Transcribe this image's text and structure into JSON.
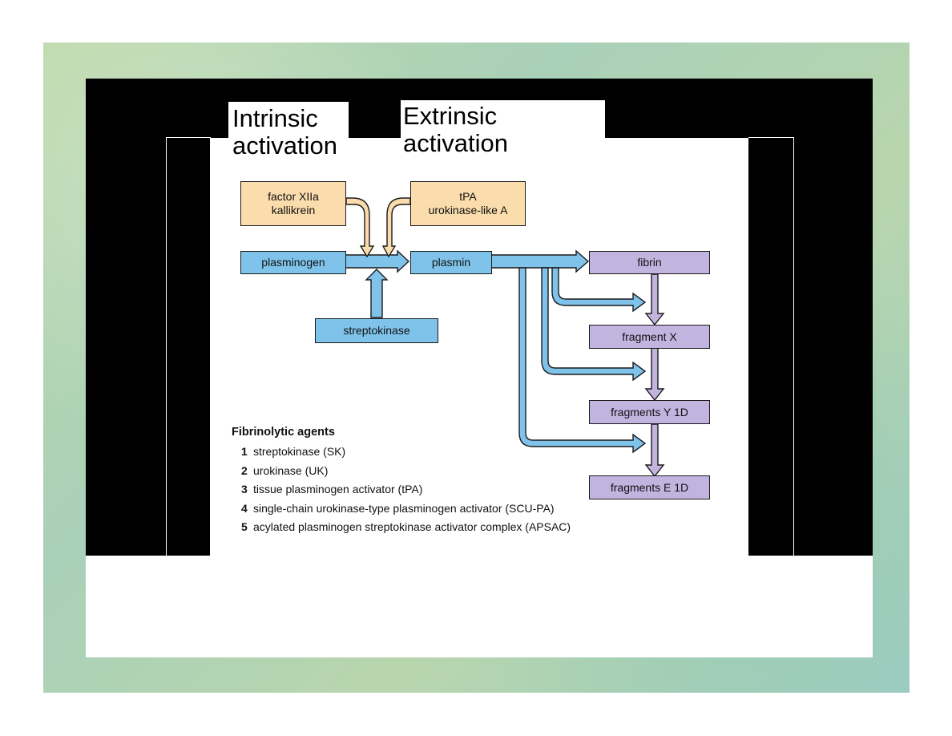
{
  "labels": {
    "intrinsic": "Intrinsic activation",
    "extrinsic": "Extrinsic activation"
  },
  "nodes": {
    "factor": [
      "factor XIIa",
      "kallikrein"
    ],
    "tpa": [
      "tPA",
      "urokinase-like A"
    ],
    "plasminogen": "plasminogen",
    "plasmin": "plasmin",
    "streptokinase": "streptokinase",
    "fibrin": "fibrin",
    "fragment_x": "fragment X",
    "fragments_y": "fragments Y 1D",
    "fragments_e": "fragments E 1D"
  },
  "legend": {
    "title": "Fibrinolytic agents",
    "items": [
      {
        "num": "1",
        "text": "streptokinase (SK)"
      },
      {
        "num": "2",
        "text": "urokinase (UK)"
      },
      {
        "num": "3",
        "text": "tissue plasminogen activator (tPA)"
      },
      {
        "num": "4",
        "text": "single-chain urokinase-type plasminogen activator (SCU-PA)"
      },
      {
        "num": "5",
        "text": "acylated plasminogen streptokinase activator complex (APSAC)"
      }
    ]
  },
  "colors": {
    "blue": "#7fc3ea",
    "tan": "#fbdcac",
    "purple": "#c3b3df"
  }
}
